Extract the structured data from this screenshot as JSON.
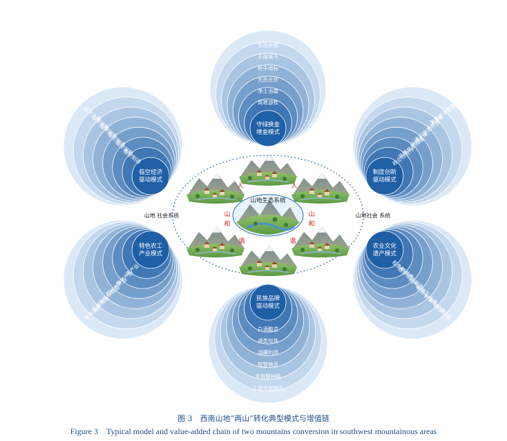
{
  "colors": {
    "ring_dark": "#1f5fa6",
    "ring_light": "#dbe9f7",
    "ring_text": "#ffffff",
    "label_dark": "#222222",
    "label_red": "#d0201c",
    "ellipse_stroke": "#2c6fb7",
    "caption": "#1f4e8c"
  },
  "icons": {
    "mountain_scene": "mountain-village-illustration",
    "central_eco": "mountain-ecosystem-illustration"
  },
  "clusters": {
    "top": {
      "core": [
        "守绿换金",
        "增金模式"
      ],
      "rings": [
        "高寒游牧",
        "净土当雄",
        "光热光伏",
        "牦牛地标",
        "无废城市",
        "生态补偿"
      ]
    },
    "upper_left": {
      "core": [
        "临空经济",
        "驱动模式"
      ],
      "rings": [
        "临空制造",
        "临空保税",
        "临空物流",
        "临空商务",
        "临空金融",
        "临空人居"
      ]
    },
    "upper_right": {
      "core": [
        "制度创新",
        "驱动模式"
      ],
      "rings": [
        "政企社合作",
        "共建共享网络",
        "扶持主体",
        "冰川旅游平台",
        "人才培育",
        "发展资源聚集"
      ]
    },
    "lower_left": {
      "core": [
        "特色农工",
        "产业模式"
      ],
      "rings": [
        "茶产业",
        "魔芋产业",
        "现代竹产业",
        "冷链与物流",
        "农旅融合",
        "生态涵养"
      ]
    },
    "lower_right": {
      "core": [
        "农业文化",
        "遗产模式"
      ],
      "rings": [
        "稻鱼鸭共养",
        "数字稻田监测",
        "农产品加工",
        "物流与电商",
        "村集体旅游",
        "研学实践"
      ]
    },
    "bottom": {
      "core": [
        "民族品牌",
        "驱动模式"
      ],
      "rings": [
        "白酒酿造",
        "酒类包装",
        "酒糟利用",
        "智慧物流",
        "专用粮种植",
        "工旅文旅融合"
      ]
    }
  },
  "center": {
    "ecosystem": "山地生态系统",
    "left_system": "山地 社会系统",
    "right_system": "山地社会 系统",
    "ren_left": "人",
    "ren_right": "人",
    "shan_left": "山",
    "shan_right": "山",
    "he_left": "和",
    "he_right": "和",
    "xie_left": "谐",
    "xie_right": "谐"
  },
  "caption": {
    "cn": "图 3　西南山地“两山”转化典型模式与增值链",
    "en": "Figure 3　Typical model and value-added chain of two mountains conversion in southwest mountainous areas"
  }
}
